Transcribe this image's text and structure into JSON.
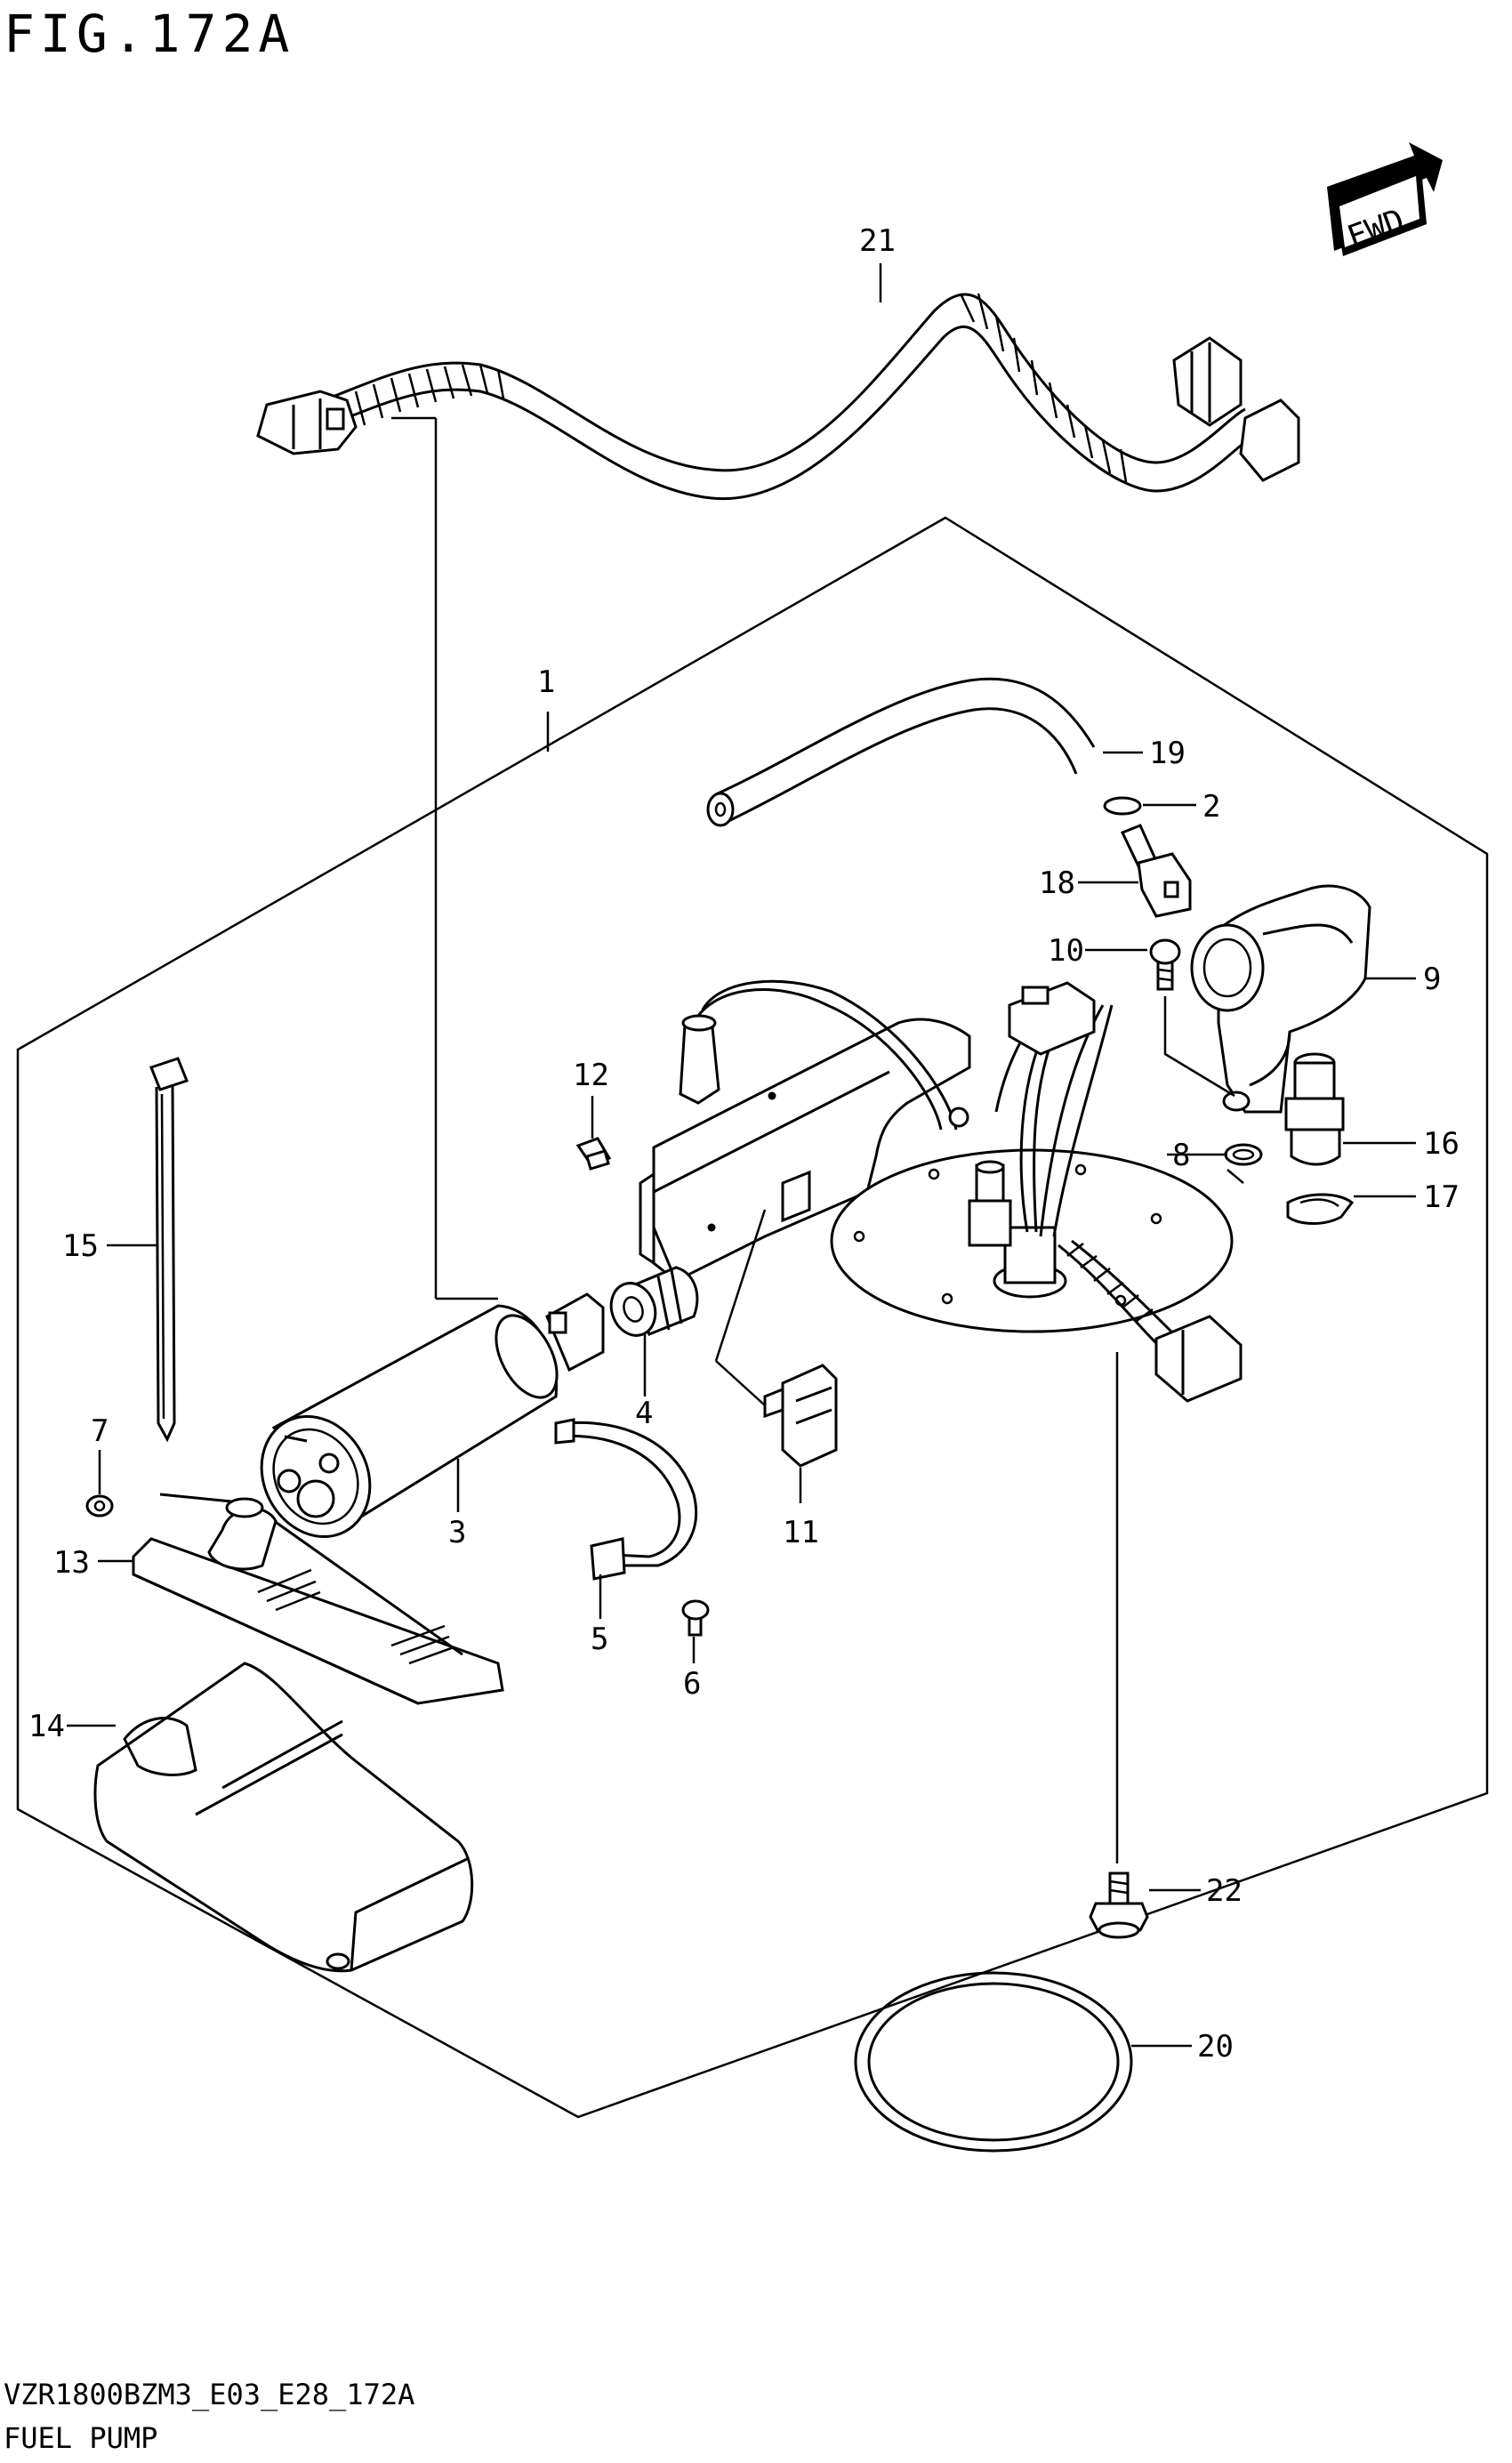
{
  "header": {
    "figure": "FIG.172A"
  },
  "badge": {
    "fwd": "FWD"
  },
  "footer": {
    "code": "VZR1800BZM3_E03_E28_172A",
    "title": "FUEL PUMP"
  },
  "callouts": [
    {
      "id": "21",
      "label": "21"
    },
    {
      "id": "1",
      "label": "1"
    },
    {
      "id": "19",
      "label": "19"
    },
    {
      "id": "2",
      "label": "2"
    },
    {
      "id": "18",
      "label": "18"
    },
    {
      "id": "9",
      "label": "9"
    },
    {
      "id": "10",
      "label": "10"
    },
    {
      "id": "12",
      "label": "12"
    },
    {
      "id": "8",
      "label": "8"
    },
    {
      "id": "16",
      "label": "16"
    },
    {
      "id": "17",
      "label": "17"
    },
    {
      "id": "15",
      "label": "15"
    },
    {
      "id": "4",
      "label": "4"
    },
    {
      "id": "7",
      "label": "7"
    },
    {
      "id": "3",
      "label": "3"
    },
    {
      "id": "11",
      "label": "11"
    },
    {
      "id": "13",
      "label": "13"
    },
    {
      "id": "5",
      "label": "5"
    },
    {
      "id": "6",
      "label": "6"
    },
    {
      "id": "14",
      "label": "14"
    },
    {
      "id": "22",
      "label": "22"
    },
    {
      "id": "20",
      "label": "20"
    }
  ]
}
